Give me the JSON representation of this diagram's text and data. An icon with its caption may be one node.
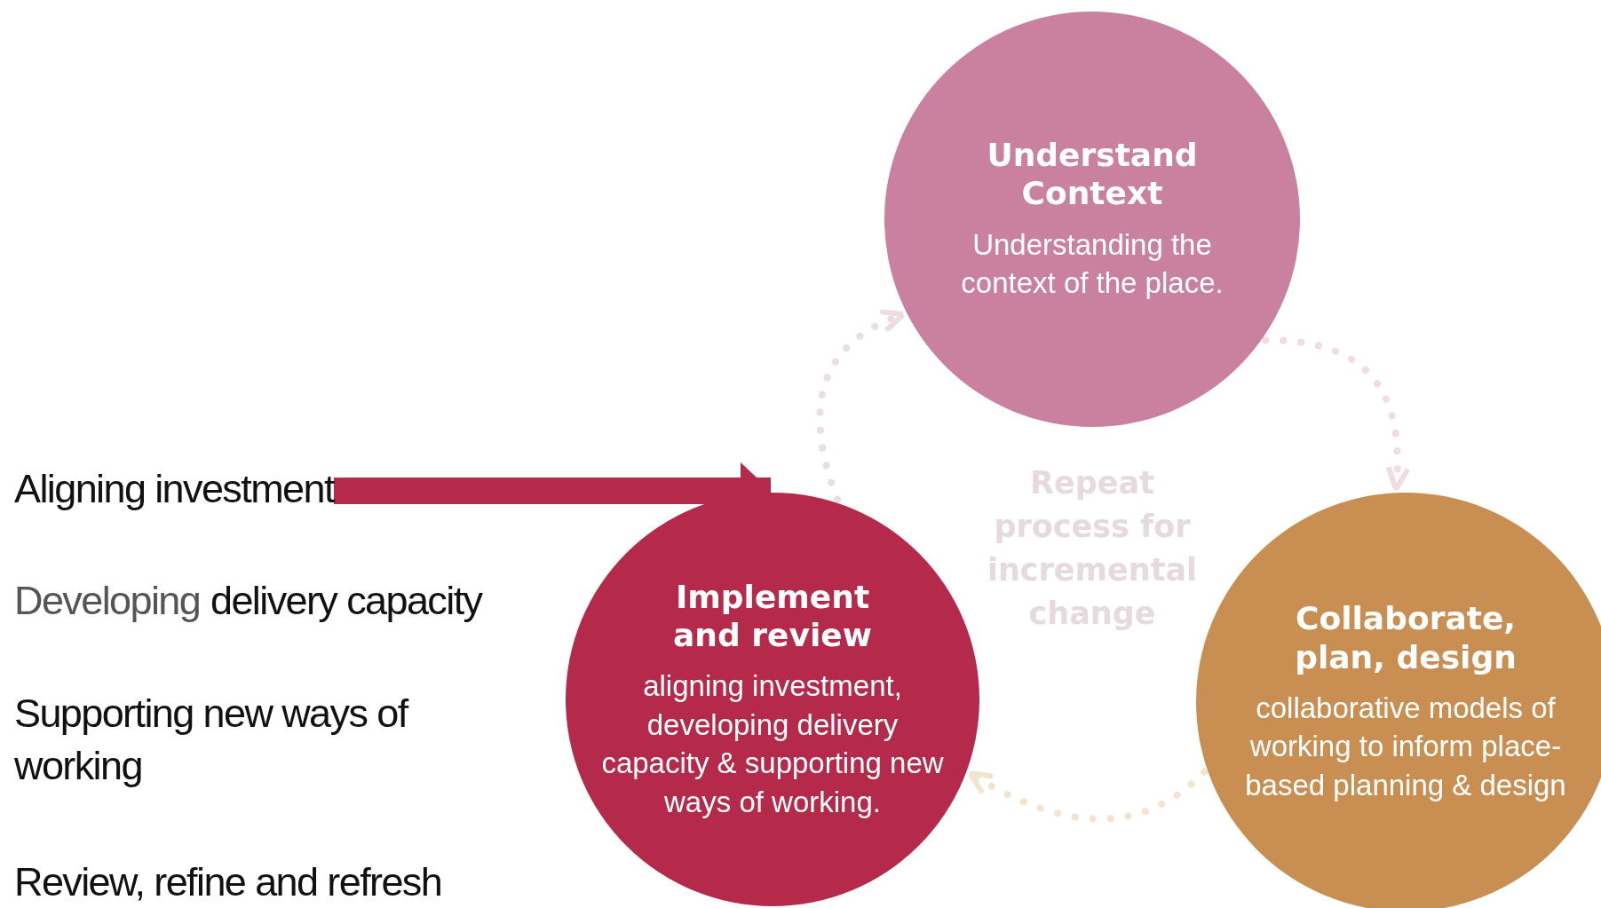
{
  "diagram": {
    "nodes": [
      {
        "text": [
          "Aligning investment"
        ]
      },
      {
        "text": [
          "Understand Context",
          "Understanding the context of the place."
        ]
      },
      {
        "text": [
          "Implement and review",
          "aligning investment, developing delivery capacity & supporting new ways of working."
        ]
      },
      {
        "text": [
          "Collaborate, plan, design",
          "collaborative models of working to inform place-based planning & design"
        ]
      }
    ],
    "edges": [
      {
        "from": 0,
        "to": 2,
        "arrow": "to",
        "style": "thick",
        "color": "#b5294a"
      },
      {
        "from": 2,
        "to": 1,
        "arrow": "to",
        "style": "dashed",
        "color": "#ecdde3"
      },
      {
        "from": 1,
        "to": 3,
        "arrow": "to",
        "style": "dashed",
        "color": "#f1dbe5"
      },
      {
        "from": 3,
        "to": 2,
        "arrow": "to",
        "style": "dashed",
        "color": "#f4e4cf"
      }
    ],
    "labels": [
      "Repeat process for incremental change",
      "Developing",
      "delivery capacity",
      "Supporting new ways of working",
      "Review, refine and refresh"
    ]
  }
}
